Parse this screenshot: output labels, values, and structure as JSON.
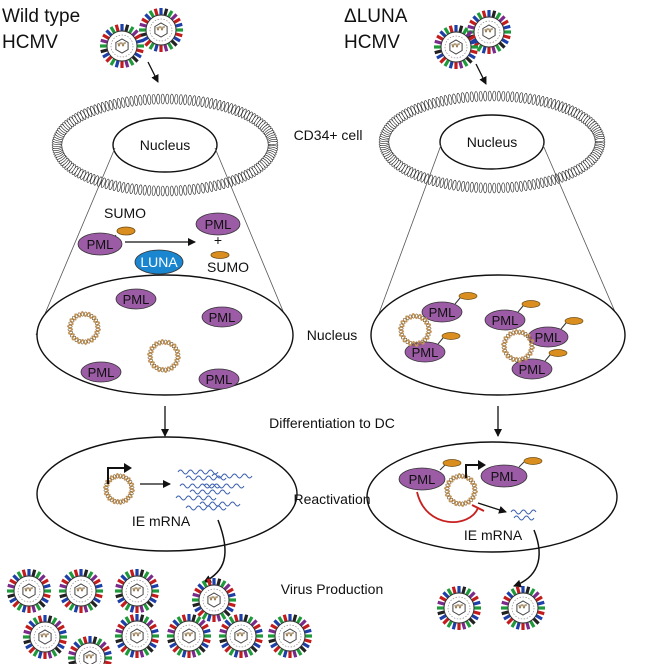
{
  "left_title": {
    "line1": "Wild type",
    "line2": "HCMV"
  },
  "right_title": {
    "line1": "ΔLUNA",
    "line2": "HCMV"
  },
  "labels": {
    "nucleus_top": "Nucleus",
    "cell_type": "CD34+ cell",
    "nucleus_middle": "Nucleus",
    "differentiation": "Differentiation to DC",
    "reactivation": "Reactivation",
    "virus_production": "Virus Production",
    "ie_mrna": "IE mRNA"
  },
  "desumo": {
    "sumo": "SUMO",
    "pml": "PML",
    "luna": "LUNA",
    "plus": "+"
  },
  "protein": {
    "pml": "PML"
  },
  "colors": {
    "pml": "#9b5ba5",
    "sumo": "#d98e1f",
    "luna": "#1a86d0",
    "genome": "#c2955a",
    "mrna": "#3f63b0",
    "inhibition": "#c8201f"
  }
}
